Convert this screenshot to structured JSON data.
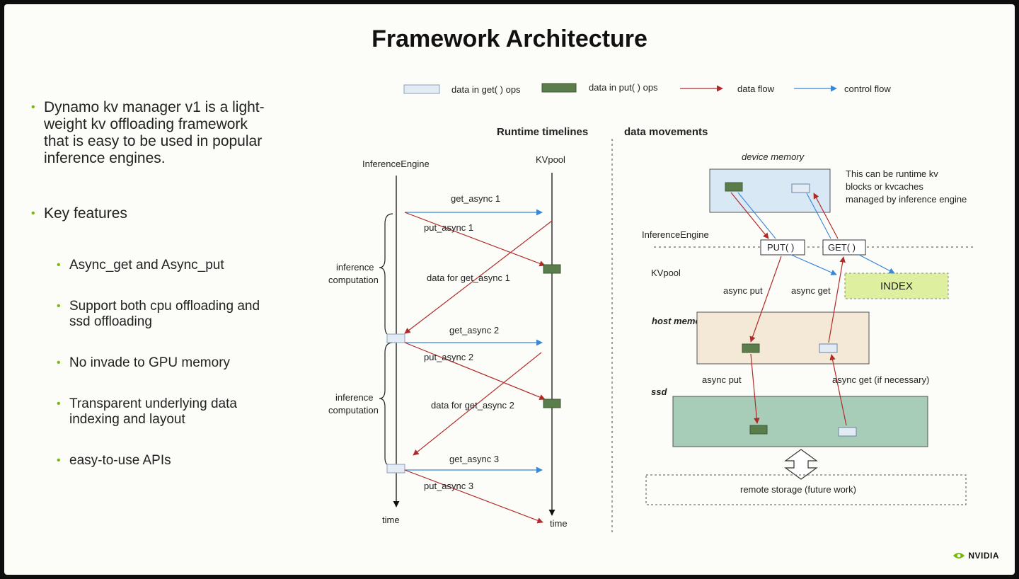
{
  "title": "Framework Architecture",
  "bullets": {
    "main_1": [
      "Dynamo kv manager v1 is a light-",
      "weight kv offloading framework",
      "that is easy to be used in popular",
      "inference engines."
    ],
    "main_2": "Key features",
    "subs": [
      [
        "Async_get and Async_put"
      ],
      [
        "Support both cpu offloading and",
        "ssd offloading"
      ],
      [
        "No invade to GPU memory"
      ],
      [
        "Transparent underlying data",
        "indexing and layout"
      ],
      [
        "easy-to-use APIs"
      ]
    ]
  },
  "legend": {
    "get_data": "data in get( ) ops",
    "put_data": "data in put( ) ops",
    "data_flow": "data flow",
    "control_flow": "control flow"
  },
  "timeline": {
    "header": "Runtime timelines",
    "engine": "InferenceEngine",
    "kvpool": "KVpool",
    "get1": "get_async 1",
    "put1": "put_async 1",
    "data1": "data for get_async 1",
    "get2": "get_async 2",
    "put2": "put_async 2",
    "data2": "data for get_async 2",
    "get3": "get_async 3",
    "put3": "put_async 3",
    "inference": "inference",
    "computation": "computation",
    "time": "time"
  },
  "movement": {
    "header": "data movements",
    "device_memory": "device memory",
    "note": [
      "This can be runtime kv",
      "blocks or kvcaches",
      "managed by inference engine"
    ],
    "engine": "InferenceEngine",
    "put": "PUT( )",
    "get": "GET( )",
    "kvpool": "KVpool",
    "async_put": "async put",
    "async_get": "async get",
    "index": "INDEX",
    "host_memory": "host memory",
    "async_put2": "async put",
    "async_get2": "async get (if necessary)",
    "ssd": "ssd",
    "remote": "remote storage (future work)"
  },
  "brand": "NVIDIA",
  "colors": {
    "data_flow": "#b02a2a",
    "control_flow": "#3a86d8",
    "put_block": "#5b7d4b",
    "get_block": "#e3ebf4",
    "device_fill": "#d8e8f5",
    "host_fill": "#f4e8d6",
    "ssd_fill": "#a7ccb7",
    "index_fill": "#def0a0",
    "accent": "#76b900"
  }
}
